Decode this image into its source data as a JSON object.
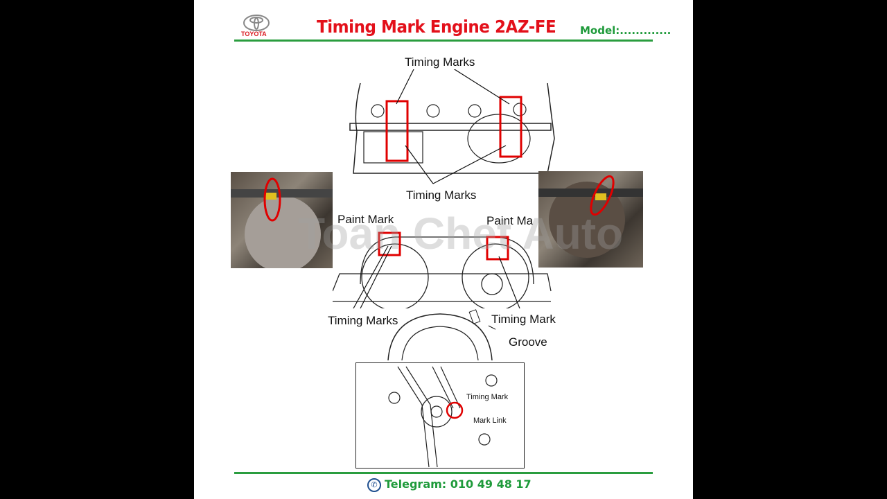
{
  "header": {
    "logo_text": "TOYOTA",
    "title": "Timing Mark Engine 2AZ-FE",
    "model_label": "Model:............."
  },
  "diagram": {
    "top_label_upper": "Timing Marks",
    "top_label_lower": "Timing Marks",
    "paint_mark_left": "Paint Mark",
    "paint_mark_right": "Paint Ma",
    "timing_marks_left": "Timing Marks",
    "timing_mark_right": "Timing Mark",
    "groove": "Groove",
    "inset_timing_mark": "Timing Mark",
    "inset_mark_link": "Mark Link"
  },
  "watermark": "Toan Chet Auto",
  "footer": {
    "icon": "phone-icon",
    "telegram": "Telegram: 010 49 48 17"
  },
  "colors": {
    "title": "#e3101a",
    "accent_green": "#2a9d3f",
    "highlight_red": "#e00000"
  }
}
